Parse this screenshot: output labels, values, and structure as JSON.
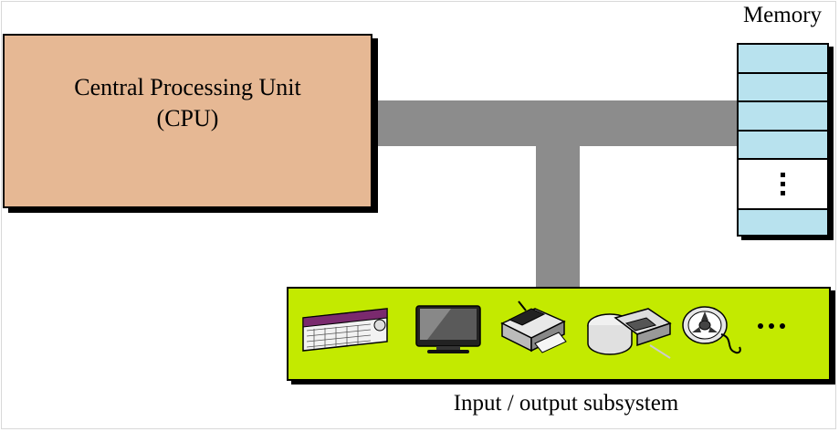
{
  "diagram": {
    "cpu": {
      "line1": "Central Processing Unit",
      "line2": "(CPU)"
    },
    "memory": {
      "label": "Memory"
    },
    "io": {
      "label": "Input / output subsystem"
    },
    "devices": [
      {
        "name": "keyboard-icon"
      },
      {
        "name": "monitor-icon"
      },
      {
        "name": "printer-icon"
      },
      {
        "name": "disk-drive-icon"
      },
      {
        "name": "tape-reel-icon"
      }
    ],
    "colors": {
      "cpu": "#e6b894",
      "memory_cell": "#b8e2ee",
      "io": "#c3ea00",
      "bus": "#8c8c8c"
    }
  }
}
